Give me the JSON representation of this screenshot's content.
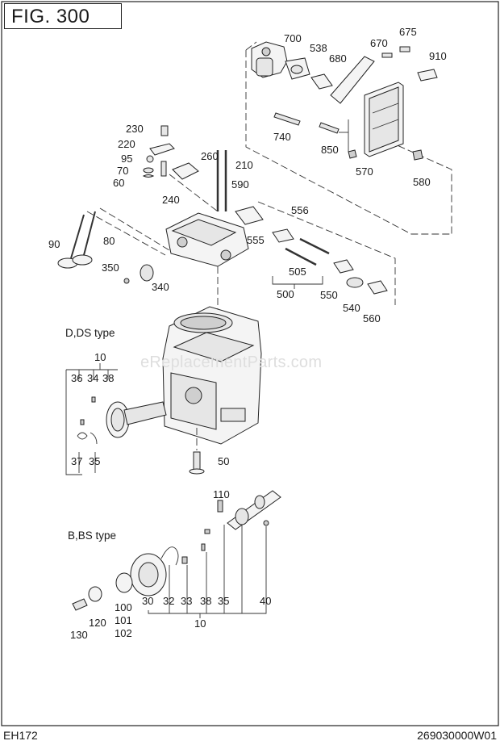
{
  "figure": {
    "title": "FIG.  300"
  },
  "footer": {
    "model": "EH172",
    "doc_number": "269030000W01"
  },
  "watermark": "eReplacementParts.com",
  "sections": {
    "d_ds": "D,DS type",
    "b_bs": "B,BS type"
  },
  "callouts": {
    "c700": "700",
    "c538": "538",
    "c680": "680",
    "c670": "670",
    "c675": "675",
    "c910": "910",
    "c740": "740",
    "c850": "850",
    "c570": "570",
    "c580": "580",
    "c230": "230",
    "c220": "220",
    "c95": "95",
    "c70": "70",
    "c60": "60",
    "c260": "260",
    "c210": "210",
    "c240": "240",
    "c590": "590",
    "c556": "556",
    "c555": "555",
    "c90": "90",
    "c80": "80",
    "c350": "350",
    "c340": "340",
    "c505": "505",
    "c500": "500",
    "c550": "550",
    "c540": "540",
    "c560": "560",
    "c10a": "10",
    "c36": "36",
    "c34": "34",
    "c38a": "38",
    "c37": "37",
    "c35a": "35",
    "c50": "50",
    "c110": "110",
    "c130": "130",
    "c120": "120",
    "c100": "100",
    "c101": "101",
    "c102": "102",
    "c30": "30",
    "c32": "32",
    "c33": "33",
    "c38b": "38",
    "c35b": "35",
    "c40": "40",
    "c10b": "10"
  }
}
